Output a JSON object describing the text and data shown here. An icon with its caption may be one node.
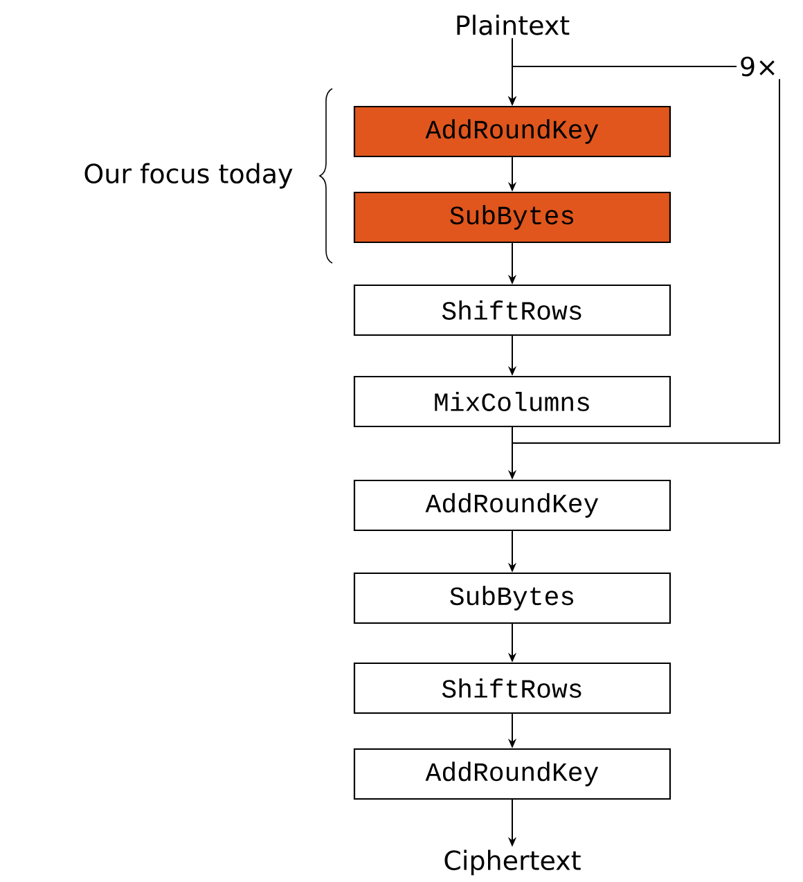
{
  "diagram": {
    "nodes": [
      {
        "text": [
          "Plaintext"
        ]
      },
      {
        "text": [
          "AddRoundKey"
        ]
      },
      {
        "text": [
          "SubBytes"
        ]
      },
      {
        "text": [
          "ShiftRows"
        ]
      },
      {
        "text": [
          "MixColumns"
        ]
      },
      {
        "text": [
          "AddRoundKey"
        ]
      },
      {
        "text": [
          "SubBytes"
        ]
      },
      {
        "text": [
          "ShiftRows"
        ]
      },
      {
        "text": [
          "AddRoundKey"
        ]
      },
      {
        "text": [
          "Ciphertext"
        ]
      }
    ],
    "edges": [
      {
        "from": 0,
        "to": 1,
        "arrow": "to"
      },
      {
        "from": 1,
        "to": 2,
        "arrow": "to"
      },
      {
        "from": 2,
        "to": 3,
        "arrow": "to"
      },
      {
        "from": 3,
        "to": 4,
        "arrow": "to"
      },
      {
        "from": 4,
        "to": 5,
        "arrow": "to"
      },
      {
        "from": 5,
        "to": 6,
        "arrow": "to"
      },
      {
        "from": 6,
        "to": 7,
        "arrow": "to"
      },
      {
        "from": 7,
        "to": 8,
        "arrow": "to"
      },
      {
        "from": 8,
        "to": 9,
        "arrow": "to"
      },
      {
        "from": 4,
        "to": 1,
        "arrow": "to",
        "label": "9×"
      }
    ],
    "labels": [
      "Our focus today"
    ]
  }
}
